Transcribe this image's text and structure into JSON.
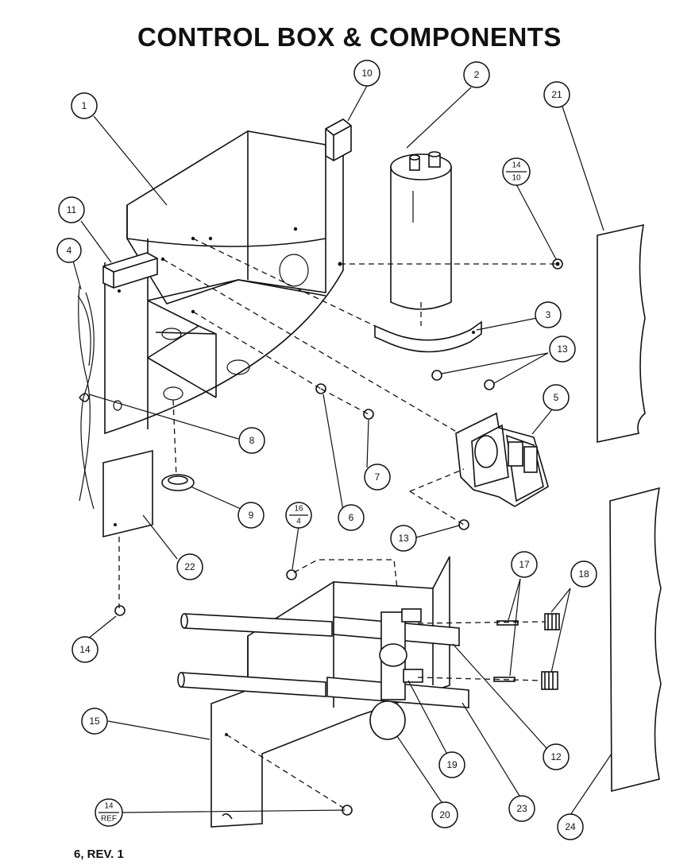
{
  "title": "CONTROL BOX & COMPONENTS",
  "footer": "6, REV. 1",
  "callouts": {
    "c1": "1",
    "c2": "2",
    "c3": "3",
    "c4": "4",
    "c5": "5",
    "c6": "6",
    "c7": "7",
    "c8": "8",
    "c9": "9",
    "c10": "10",
    "c11": "11",
    "c12": "12",
    "c13a": "13",
    "c13b": "13",
    "c14": "14",
    "c15": "15",
    "c17": "17",
    "c18": "18",
    "c19": "19",
    "c20": "20",
    "c21": "21",
    "c22": "22",
    "c23": "23",
    "c24": "24",
    "f14_10_top": "14",
    "f14_10_bot": "10",
    "f16_4_top": "16",
    "f16_4_bot": "4",
    "f14_ref_top": "14",
    "f14_ref_bot": "REF"
  }
}
